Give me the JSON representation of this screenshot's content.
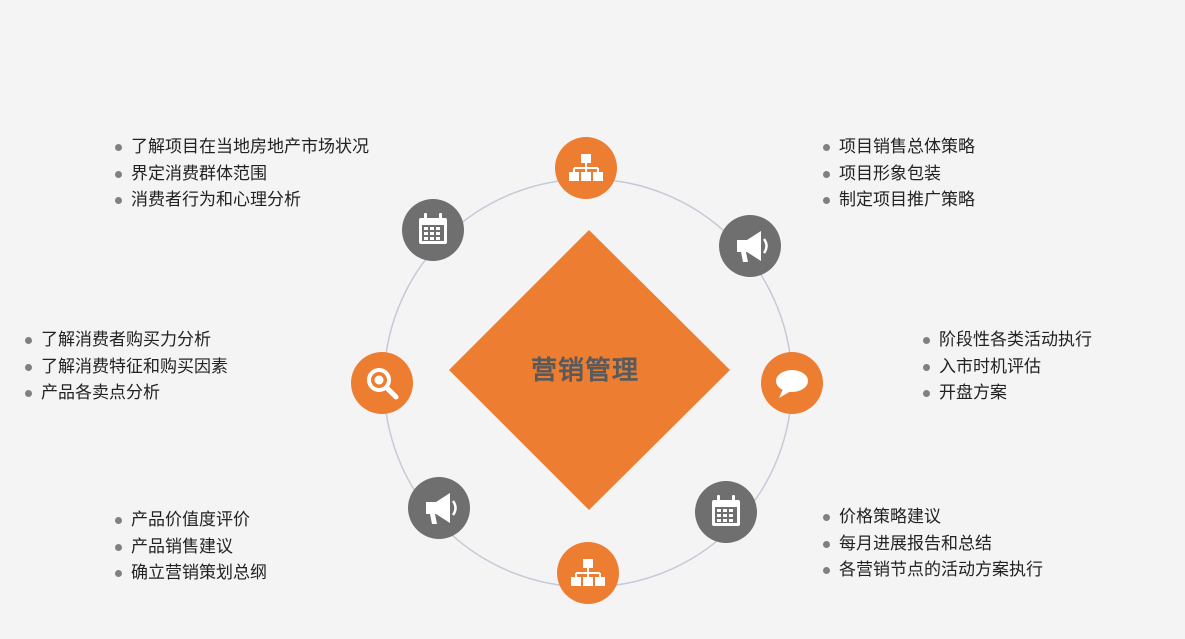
{
  "center": {
    "title": "营销管理"
  },
  "colors": {
    "accent": "#ed7d31",
    "node_gray": "#6f6f6f",
    "ring": "#c4cad6",
    "bullet": "#808080"
  },
  "nodes": [
    {
      "icon": "org-chart-icon",
      "color": "orange"
    },
    {
      "icon": "megaphone-icon",
      "color": "gray"
    },
    {
      "icon": "speech-bubble-icon",
      "color": "orange"
    },
    {
      "icon": "calendar-icon",
      "color": "gray"
    },
    {
      "icon": "org-chart-icon",
      "color": "orange"
    },
    {
      "icon": "megaphone-icon",
      "color": "gray"
    },
    {
      "icon": "search-icon",
      "color": "orange"
    },
    {
      "icon": "calendar-icon",
      "color": "gray"
    }
  ],
  "lists": {
    "top_left": [
      "了解项目在当地房地产市场状况",
      "界定消费群体范围",
      "消费者行为和心理分析"
    ],
    "top_right": [
      "项目销售总体策略",
      "项目形象包装",
      "制定项目推广策略"
    ],
    "mid_left": [
      "了解消费者购买力分析",
      "了解消费特征和购买因素",
      "产品各卖点分析"
    ],
    "mid_right": [
      "阶段性各类活动执行",
      "入市时机评估",
      "开盘方案"
    ],
    "bottom_left": [
      "产品价值度评价",
      "产品销售建议",
      "确立营销策划总纲"
    ],
    "bottom_right": [
      "价格策略建议",
      "每月进展报告和总结",
      "各营销节点的活动方案执行"
    ]
  }
}
